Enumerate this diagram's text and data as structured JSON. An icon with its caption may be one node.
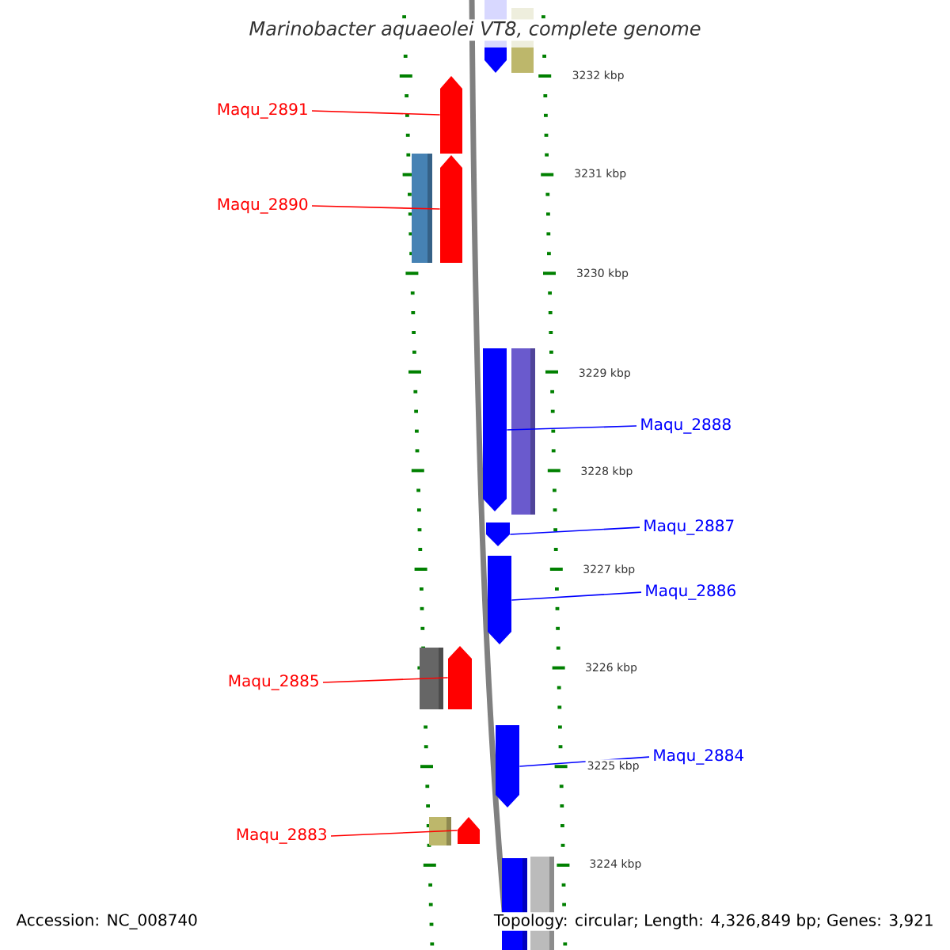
{
  "diagram": {
    "title": "Marinobacter aquaeolei VT8, complete genome",
    "nodes": [
      {
        "text": [
          "Maqu_2891"
        ]
      },
      {
        "text": [
          "Maqu_2890"
        ]
      },
      {
        "text": [
          "Maqu_2888"
        ]
      },
      {
        "text": [
          "Maqu_2887"
        ]
      },
      {
        "text": [
          "Maqu_2886"
        ]
      },
      {
        "text": [
          "Maqu_2885"
        ]
      },
      {
        "text": [
          "Maqu_2884"
        ]
      },
      {
        "text": [
          "Maqu_2883"
        ]
      },
      {
        "text": [],
        "shape": "arrow"
      },
      {
        "text": [],
        "shape": "box"
      },
      {
        "text": [],
        "shape": "arrow"
      },
      {
        "text": [],
        "shape": "box"
      },
      {
        "text": [],
        "shape": "arrow"
      },
      {
        "text": [],
        "shape": "arrow"
      },
      {
        "text": [],
        "shape": "box"
      },
      {
        "text": [],
        "shape": "arrow"
      },
      {
        "text": [],
        "shape": "arrow"
      },
      {
        "text": [],
        "shape": "box"
      },
      {
        "text": [],
        "shape": "arrow"
      },
      {
        "text": [],
        "shape": "arrow"
      },
      {
        "text": [],
        "shape": "box"
      },
      {
        "text": [],
        "shape": "arrow"
      },
      {
        "text": [],
        "shape": "box"
      },
      {
        "text": [],
        "shape": "box"
      }
    ],
    "edges": [
      {
        "from": 0,
        "to": 10,
        "arrow": "none",
        "color": "#ff0000"
      },
      {
        "from": 1,
        "to": 12,
        "arrow": "none",
        "color": "#ff0000"
      },
      {
        "from": 2,
        "to": 13,
        "arrow": "none",
        "color": "#0000ff"
      },
      {
        "from": 3,
        "to": 15,
        "arrow": "none",
        "color": "#0000ff"
      },
      {
        "from": 4,
        "to": 16,
        "arrow": "none",
        "color": "#0000ff"
      },
      {
        "from": 5,
        "to": 18,
        "arrow": "none",
        "color": "#ff0000"
      },
      {
        "from": 6,
        "to": 19,
        "arrow": "none",
        "color": "#0000ff"
      },
      {
        "from": 7,
        "to": 21,
        "arrow": "none",
        "color": "#ff0000"
      }
    ],
    "labels": [
      "3232 kbp",
      "3231 kbp",
      "3230 kbp",
      "3229 kbp",
      "3228 kbp",
      "3227 kbp",
      "3226 kbp",
      "3225 kbp",
      "3224 kbp",
      "Accession: NC_008740",
      "Topology: circular; Length: 4,326,849 bp; Genes: 3,921"
    ]
  }
}
